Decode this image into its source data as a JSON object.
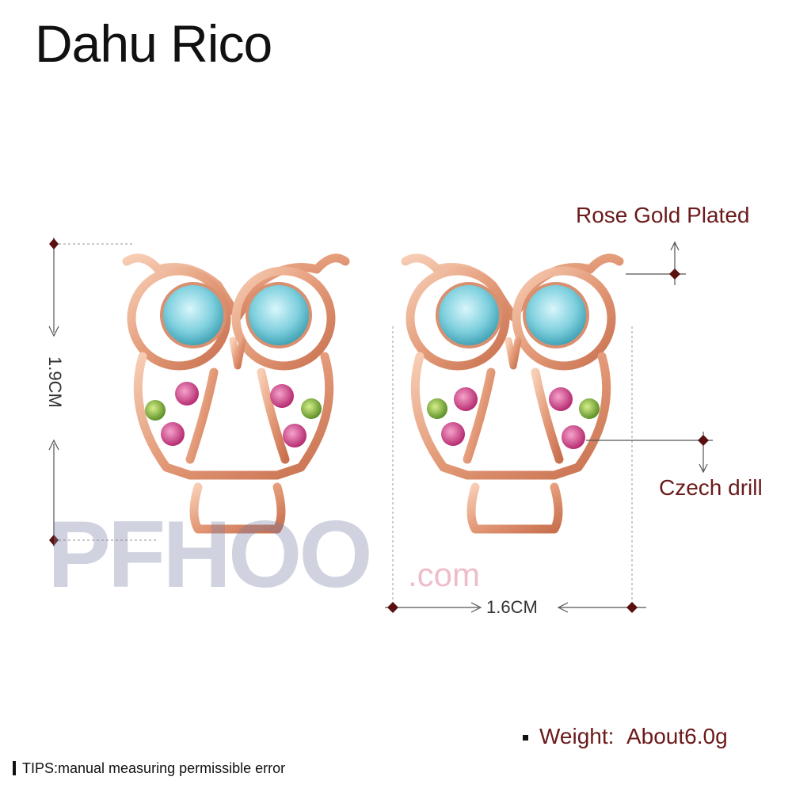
{
  "brand": "Dahu Rico",
  "labels": {
    "plating": "Rose Gold Plated",
    "stone": "Czech drill"
  },
  "dimensions": {
    "height": "1.9CM",
    "width": "1.6CM"
  },
  "weight": {
    "label": "Weight:",
    "value": "About6.0g"
  },
  "tips": "TIPS:manual measuring permissible error",
  "watermark": {
    "main": "PFHOO",
    "suffix": ".com"
  },
  "colors": {
    "rose_gold": "#e5a07e",
    "eye_crystal": "#7fd0de",
    "pink_crystal": "#d6418a",
    "green_crystal": "#8fbf3a",
    "label_text": "#6b1a1a"
  }
}
